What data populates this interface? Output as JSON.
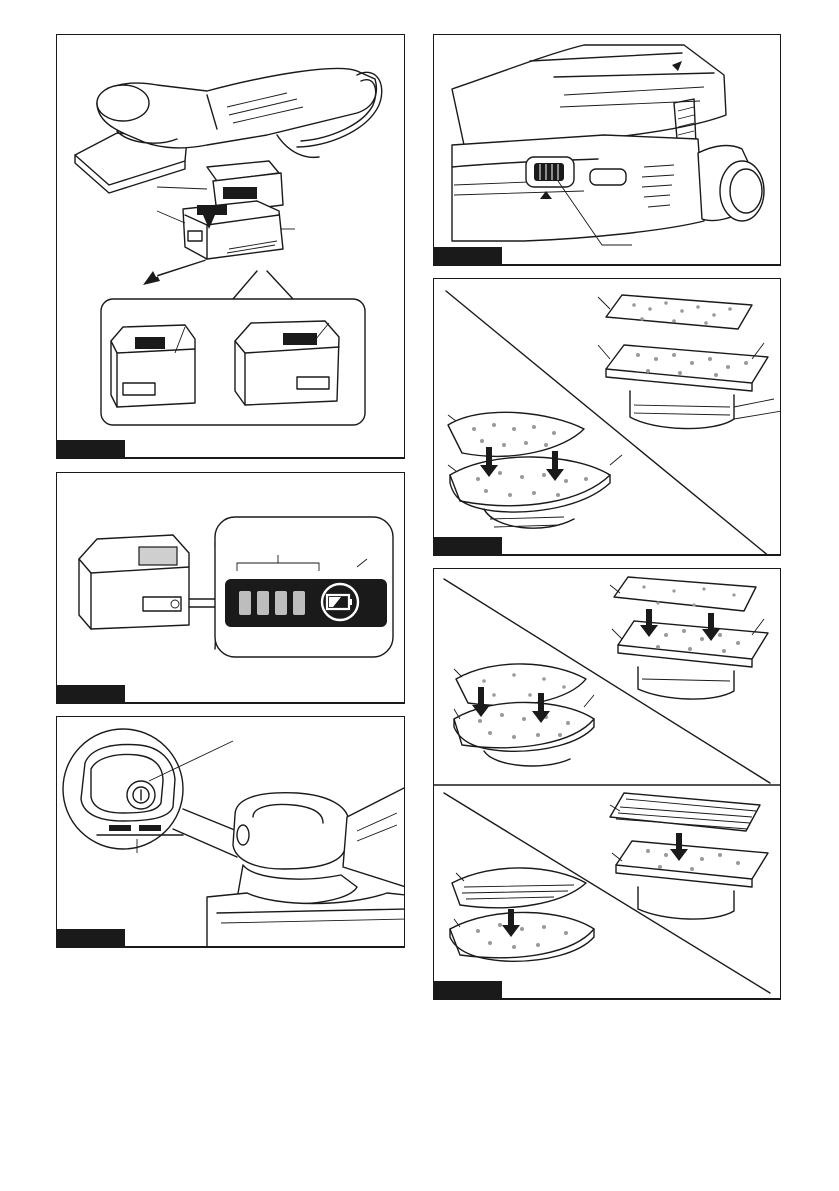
{
  "page": {
    "figures": [
      {
        "id": "fig1",
        "description_icon": "battery-removal-illustration"
      },
      {
        "id": "fig2",
        "description_icon": "battery-indicator-illustration"
      },
      {
        "id": "fig3",
        "description_icon": "check-button-illustration"
      },
      {
        "id": "fig4",
        "description_icon": "speed-dial-illustration"
      },
      {
        "id": "fig5",
        "description_icon": "pad-attach-illustration"
      },
      {
        "id": "fig6",
        "description_icon": "paper-attach-illustration"
      }
    ]
  },
  "colors": {
    "ink": "#1a1a1a",
    "paper": "#ffffff",
    "shade": "#9a9a9a"
  }
}
